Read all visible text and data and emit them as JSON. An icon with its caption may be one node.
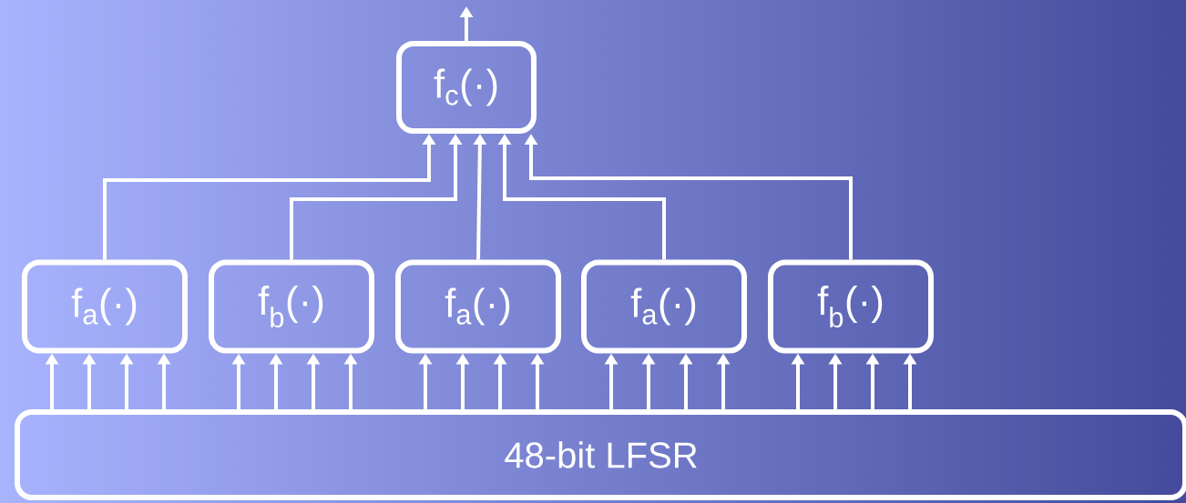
{
  "diagram": {
    "nodes": [
      {
        "text": [
          "f$_{c}$(·)"
        ]
      },
      {
        "text": [
          "f$_{a}$(·)"
        ]
      },
      {
        "text": [
          "f$_{b}$(·)"
        ]
      },
      {
        "text": [
          "f$_{a}$(·)"
        ]
      },
      {
        "text": [
          "f$_{a}$(·)"
        ]
      },
      {
        "text": [
          "f$_{b}$(·)"
        ]
      },
      {
        "text": [
          "48-bit LFSR"
        ]
      }
    ],
    "edges": [
      {
        "from": 6,
        "to": 1,
        "arrow": "to"
      },
      {
        "from": 6,
        "to": 1,
        "arrow": "to"
      },
      {
        "from": 6,
        "to": 1,
        "arrow": "to"
      },
      {
        "from": 6,
        "to": 1,
        "arrow": "to"
      },
      {
        "from": 6,
        "to": 2,
        "arrow": "to"
      },
      {
        "from": 6,
        "to": 2,
        "arrow": "to"
      },
      {
        "from": 6,
        "to": 2,
        "arrow": "to"
      },
      {
        "from": 6,
        "to": 2,
        "arrow": "to"
      },
      {
        "from": 6,
        "to": 3,
        "arrow": "to"
      },
      {
        "from": 6,
        "to": 3,
        "arrow": "to"
      },
      {
        "from": 6,
        "to": 3,
        "arrow": "to"
      },
      {
        "from": 6,
        "to": 3,
        "arrow": "to"
      },
      {
        "from": 6,
        "to": 4,
        "arrow": "to"
      },
      {
        "from": 6,
        "to": 4,
        "arrow": "to"
      },
      {
        "from": 6,
        "to": 4,
        "arrow": "to"
      },
      {
        "from": 6,
        "to": 4,
        "arrow": "to"
      },
      {
        "from": 6,
        "to": 5,
        "arrow": "to"
      },
      {
        "from": 6,
        "to": 5,
        "arrow": "to"
      },
      {
        "from": 6,
        "to": 5,
        "arrow": "to"
      },
      {
        "from": 6,
        "to": 5,
        "arrow": "to"
      },
      {
        "from": 1,
        "to": 0,
        "arrow": "to"
      },
      {
        "from": 2,
        "to": 0,
        "arrow": "to"
      },
      {
        "from": 3,
        "to": 0,
        "arrow": "to"
      },
      {
        "from": 4,
        "to": 0,
        "arrow": "to"
      },
      {
        "from": 5,
        "to": 0,
        "arrow": "to"
      },
      {
        "from": 0,
        "to": null,
        "arrow": "to"
      }
    ]
  }
}
